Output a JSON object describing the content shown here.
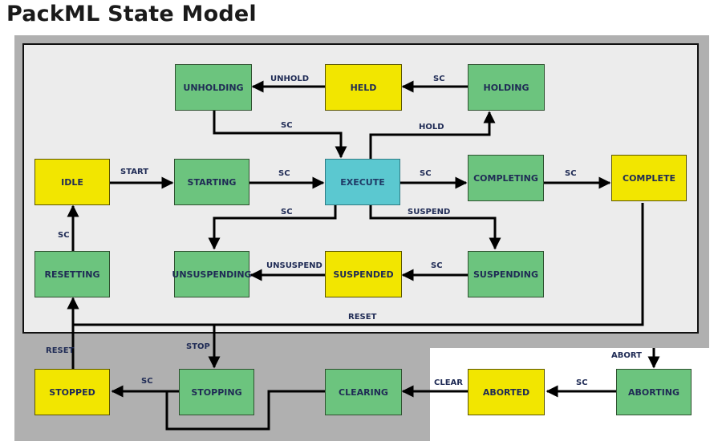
{
  "title": "PackML State Model",
  "states": {
    "unholding": "UNHOLDING",
    "held": "HELD",
    "holding": "HOLDING",
    "idle": "IDLE",
    "starting": "STARTING",
    "execute": "EXECUTE",
    "completing": "COMPLETING",
    "complete": "COMPLETE",
    "resetting": "RESETTING",
    "unsuspending": "UNSUSPENDING",
    "suspended": "SUSPENDED",
    "suspending": "SUSPENDING",
    "stopped": "STOPPED",
    "stopping": "STOPPING",
    "clearing": "CLEARING",
    "aborted": "ABORTED",
    "aborting": "ABORTING"
  },
  "transitions": {
    "unhold": "UNHOLD",
    "sc_holding_held": "SC",
    "sc_unholding_execute": "SC",
    "hold": "HOLD",
    "start": "START",
    "sc_starting_execute": "SC",
    "sc_execute_completing": "SC",
    "sc_completing_complete": "SC",
    "sc_execute_unsuspending": "SC",
    "suspend": "SUSPEND",
    "sc_resetting_idle": "SC",
    "unsuspend": "UNSUSPEND",
    "sc_suspending_suspended": "SC",
    "reset_complete": "RESET",
    "reset_stopped": "RESET",
    "stop": "STOP",
    "abort": "ABORT",
    "sc_stopping_stopped": "SC",
    "clear": "CLEAR",
    "sc_aborting_aborted": "SC"
  },
  "colors": {
    "acting_state": "#6cc47e",
    "wait_state": "#f2e600",
    "execute_state": "#5bc8d0",
    "background_gray": "#b0b0b0",
    "panel": "#ececec"
  }
}
